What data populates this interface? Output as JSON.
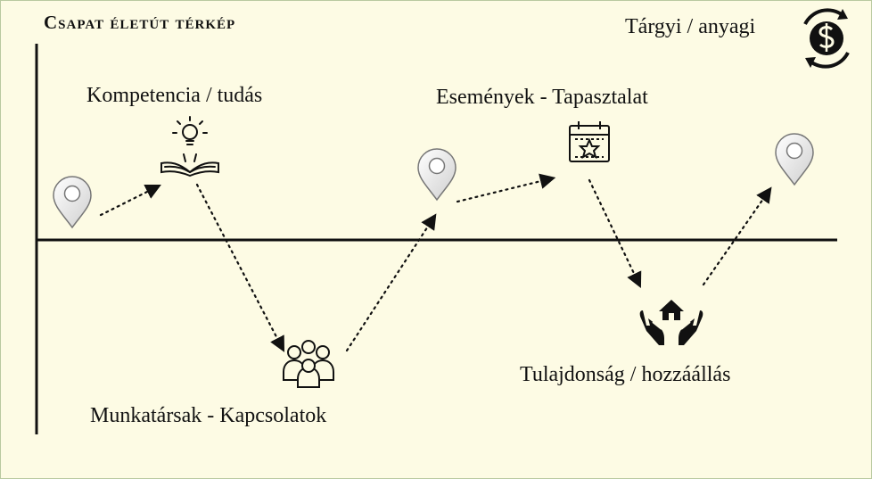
{
  "title": "Csapat életút térkép",
  "corner_label": "Tárgyi / anyagi",
  "nodes": {
    "kompetencia": "Kompetencia / tudás",
    "munkatarsak": "Munkatársak - Kapcsolatok",
    "esemenyek": "Események - Tapasztalat",
    "tulajdonsag": "Tulajdonság / hozzáállás"
  },
  "icons": [
    "map-pin-icon",
    "lightbulb-book-icon",
    "people-group-icon",
    "calendar-star-icon",
    "hands-house-icon",
    "dollar-cycle-icon"
  ],
  "colors": {
    "background": "#fdfbe4",
    "ink": "#111111",
    "pin_fill": "#ffffff",
    "pin_stroke": "#777777"
  }
}
